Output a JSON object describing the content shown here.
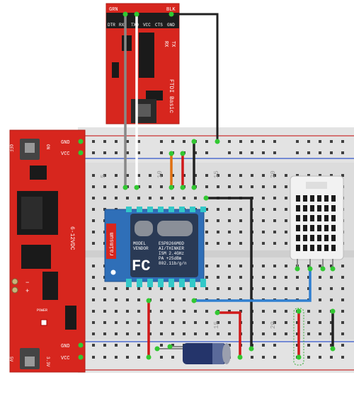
{
  "ftdi": {
    "top_left_label": "GRN",
    "top_right_label": "BLK",
    "pins": [
      "DTR",
      "RXI",
      "TXO",
      "VCC",
      "CTS",
      "GND"
    ],
    "led_tx": "TX",
    "led_rx": "RX",
    "board_name": "FTDI Basic"
  },
  "power": {
    "off_label": "OFF",
    "on_label": "ON",
    "gnd_label": "GND",
    "vcc_label": "VCC",
    "vdc_label": "6-12VDC",
    "power_label": "POWER",
    "minus": "−",
    "plus": "+",
    "v5_label": "5V",
    "v33_label": "3.3V"
  },
  "breadboard": {
    "column_labels": [
      "5",
      "10",
      "15",
      "20"
    ]
  },
  "esp": {
    "brand": "raimsum",
    "model_line1": "MODEL",
    "model_line2": "VENDOR",
    "fc_text": "FC",
    "spec_line1": "ESP8266MOD",
    "spec_line2": "AI/THINKER",
    "spec_line3": "ISM 2.4GHz",
    "spec_line4": "PA +25dBm",
    "spec_line5": "802.11b/g/n"
  },
  "colors": {
    "sparkfun_red": "#d7261e",
    "breadboard": "#dcdcdc",
    "esp_blue": "#2f6fb8",
    "dht_white": "#f2f2f2",
    "wire_gray": "#888888",
    "wire_white": "#ffffff",
    "wire_black": "#222222",
    "wire_red": "#d01818",
    "wire_orange": "#e07010",
    "wire_blue": "#2f7fd0",
    "pin_green": "#32c832"
  }
}
